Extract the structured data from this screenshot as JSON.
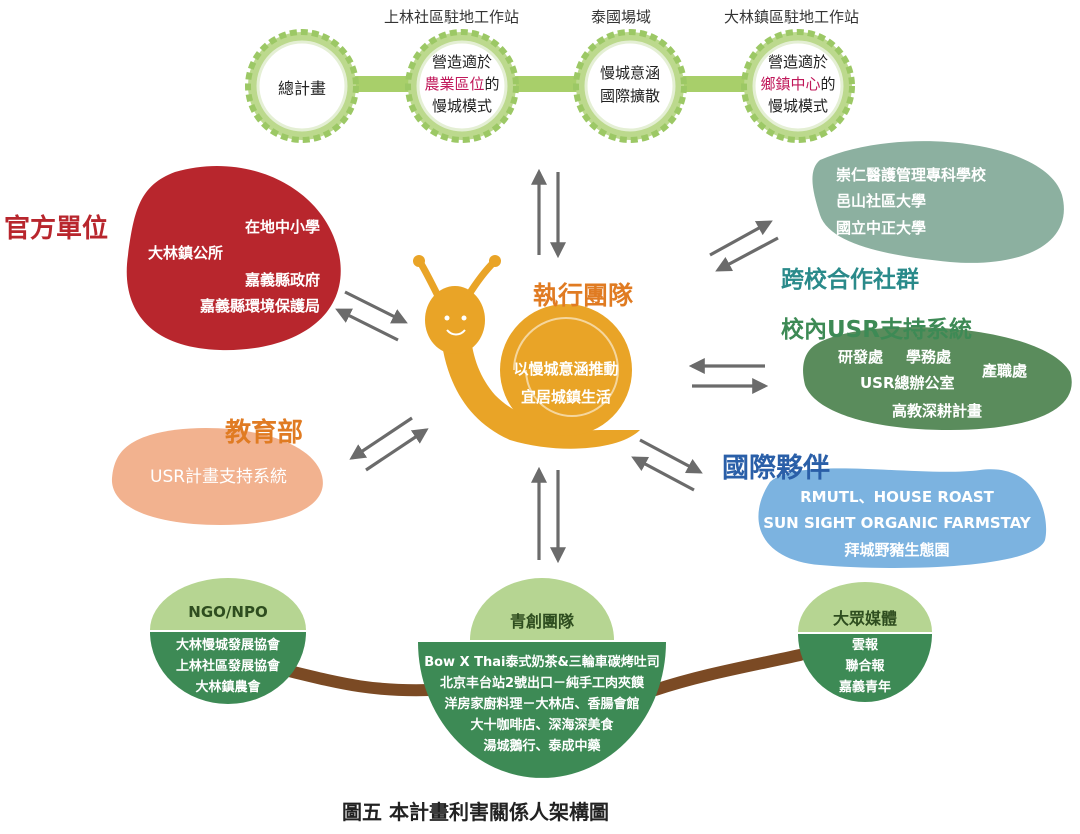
{
  "timeline": {
    "labels": [
      "上林社區駐地工作站",
      "泰國場域",
      "大林鎮區駐地工作站"
    ],
    "nodes": [
      {
        "line1": "總計畫",
        "line2": "",
        "line3": ""
      },
      {
        "line1": "營造適於",
        "line2a": "農業區位",
        "line2b": "的",
        "line3": "慢城模式"
      },
      {
        "line1": "慢城意涵",
        "line2": "國際擴散",
        "line3": ""
      },
      {
        "line1": "營造適於",
        "line2a": "鄉鎮中心",
        "line2b": "的",
        "line3": "慢城模式"
      }
    ]
  },
  "government": {
    "title": "官方單位",
    "items": [
      "在地中小學",
      "大林鎮公所",
      "嘉義縣政府",
      "嘉義縣環境保護局"
    ]
  },
  "ministry": {
    "title": "教育部",
    "item": "USR計畫支持系統"
  },
  "cross_school": {
    "title": "跨校合作社群",
    "items": [
      "崇仁醫護管理專科學校",
      "邑山社區大學",
      "國立中正大學"
    ]
  },
  "usr_support": {
    "title": "校內USR支持系統",
    "items": [
      "研發處",
      "學務處",
      "產職處",
      "USR總辦公室",
      "高教深耕計畫"
    ]
  },
  "international": {
    "title": "國際夥伴",
    "items": [
      "RMUTL、HOUSE ROAST",
      "SUN SIGHT ORGANIC FARMSTAY",
      "拜城野豬生態園"
    ]
  },
  "core": {
    "title": "執行團隊",
    "line1": "以慢城意涵推動",
    "line2": "宜居城鎮生活"
  },
  "ngo": {
    "title": "NGO/NPO",
    "items": [
      "大林慢城發展協會",
      "上林社區發展協會",
      "大林鎮農會"
    ]
  },
  "youth": {
    "title": "青創團隊",
    "items": [
      "Bow X Thai泰式奶茶&三輪車碳烤吐司",
      "北京丰台站2號出口－純手工肉夾饃",
      "洋房家廚料理－大林店、香腸會館",
      "大十咖啡店、深海深美食",
      "湯城鵝行、泰成中藥"
    ]
  },
  "media": {
    "title": "大眾媒體",
    "items": [
      "雲報",
      "聯合報",
      "嘉義青年"
    ]
  },
  "caption": "圖五 本計畫利害關係人架構圖",
  "colors": {
    "red": "#b8262d",
    "green": "#3d8a55",
    "teal": "#2a8a8a",
    "blue": "#2a5fa8",
    "orange": "#e07b22",
    "snail": "#e9a427",
    "highlight": "#c0185a"
  }
}
